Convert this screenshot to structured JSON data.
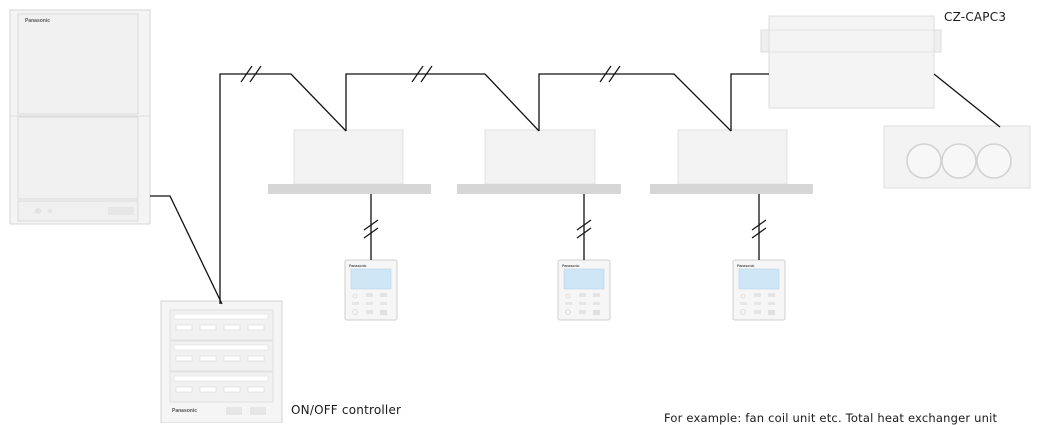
{
  "labels": {
    "adaptor": "CZ-CAPC3",
    "onoff_controller": "ON/OFF controller",
    "example_note": "For example: fan coil unit etc. Total heat exchanger unit"
  },
  "brand": "Panasonic",
  "colors": {
    "unit_fill": "#f3f3f3",
    "unit_stroke": "#d4d4d4",
    "ceiling_bar": "#d6d6d6",
    "wire": "#111111",
    "screen": "#cfe6f6",
    "text": "#1a1a1a"
  }
}
